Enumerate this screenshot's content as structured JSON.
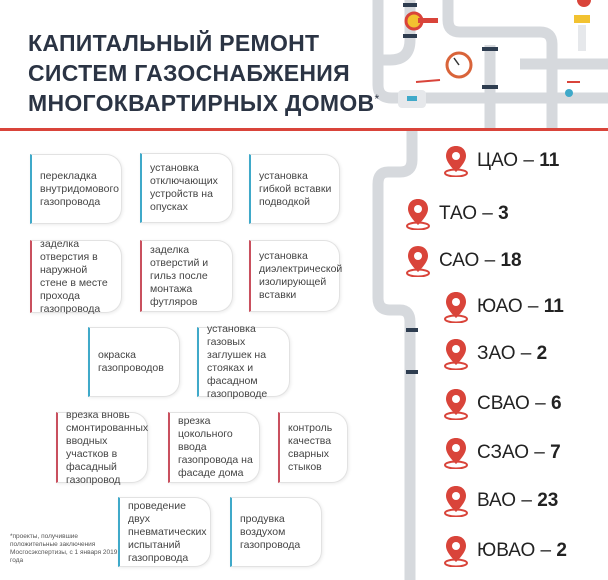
{
  "title": {
    "line1": "КАПИТАЛЬНЫЙ РЕМОНТ",
    "line2": "СИСТЕМ ГАЗОСНАБЖЕНИЯ",
    "line3": "МНОГОКВАРТИРНЫХ ДОМОВ",
    "asterisk": "*"
  },
  "colors": {
    "accent": "#d9443a",
    "blue": "#3fa9c9",
    "red": "#c9505e",
    "title": "#2b3444"
  },
  "works": [
    "перекладка внутридомового газопровода",
    "установка отключающих устройств на опусках",
    "установка гибкой вставки подводкой",
    "заделка отверстия в наружной стене в месте прохода газопровода",
    "заделка отверстий и гильз после монтажа футляров",
    "установка диэлектрической изолирующей вставки",
    "окраска газопроводов",
    "установка газовых заглушек на стояках и фасадном газопроводе",
    "врезка вновь смонтированных вводных участков в фасадный газопровод",
    "врезка цокольного ввода газопровода на фасаде дома",
    "контроль качества сварных стыков",
    "проведение двух пневматических испытаний газопровода",
    "продувка воздухом газопровода"
  ],
  "footnote": "*проекты, получившие положительные заключения Мосгосэкспертизы, с 1 января 2019 года",
  "districts": [
    {
      "name": "ЦАО",
      "sep": " – ",
      "count": "11"
    },
    {
      "name": "ТАО",
      "sep": " – ",
      "count": "3"
    },
    {
      "name": "САО",
      "sep": " – ",
      "count": "18"
    },
    {
      "name": "ЮАО",
      "sep": " – ",
      "count": "11"
    },
    {
      "name": "ЗАО",
      "sep": " – ",
      "count": "2"
    },
    {
      "name": "СВАО",
      "sep": " – ",
      "count": "6"
    },
    {
      "name": "СЗАО",
      "sep": " – ",
      "count": "7"
    },
    {
      "name": "ВАО",
      "sep": " – ",
      "count": "23"
    },
    {
      "name": "ЮВАО",
      "sep": " – ",
      "count": "2"
    }
  ]
}
